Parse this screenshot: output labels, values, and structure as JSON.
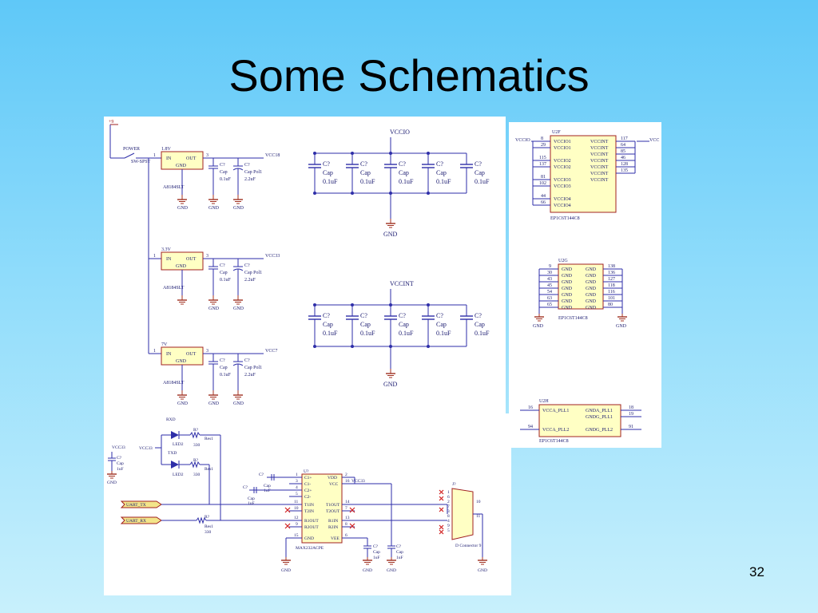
{
  "slide": {
    "title": "Some Schematics",
    "page_number": "32"
  },
  "colors": {
    "background_top": "#5fc8f8",
    "background_bottom": "#c8f0fc",
    "wire": "#2e2ea8",
    "component_body": "#ffffc4",
    "component_border": "#a02020",
    "ground": "#a03020",
    "label": "#1a1a70"
  },
  "power": {
    "input_label": "+9",
    "switch_label": "POWER",
    "switch_part": "SW-SPST",
    "regulators": [
      {
        "voltage": "1.8V",
        "in": "IN",
        "out": "OUT",
        "gnd": "GND",
        "part": "A8184SLT",
        "output_net": "VCC18",
        "cap1": "C?",
        "cap1_type": "Cap",
        "cap1_value": "0.1uF",
        "cap2": "C?",
        "cap2_type": "Cap Pol1",
        "cap2_value": "2.2uF",
        "pin_in": "1",
        "pin_out": "3"
      },
      {
        "voltage": "3.3V",
        "in": "IN",
        "out": "OUT",
        "gnd": "GND",
        "part": "A8184SLT",
        "output_net": "VCC33",
        "cap1": "C?",
        "cap1_type": "Cap",
        "cap1_value": "0.1uF",
        "cap2": "C?",
        "cap2_type": "Cap Pol1",
        "cap2_value": "2.2uF",
        "pin_in": "1",
        "pin_out": "3"
      },
      {
        "voltage": "7V",
        "in": "IN",
        "out": "OUT",
        "gnd": "GND",
        "part": "A8184SLT",
        "output_net": "VCC7",
        "cap1": "C?",
        "cap1_type": "Cap",
        "cap1_value": "0.1uF",
        "cap2": "C?",
        "cap2_type": "Cap Pol1",
        "cap2_value": "2.2uF",
        "pin_in": "1",
        "pin_out": "3"
      }
    ],
    "ground_label": "GND",
    "decoupling": [
      {
        "net": "VCCIO",
        "caps": [
          {
            "ref": "C?",
            "type": "Cap",
            "value": "0.1uF"
          },
          {
            "ref": "C?",
            "type": "Cap",
            "value": "0.1uF"
          },
          {
            "ref": "C?",
            "type": "Cap",
            "value": "0.1uF"
          },
          {
            "ref": "C?",
            "type": "Cap",
            "value": "0.1uF"
          },
          {
            "ref": "C?",
            "type": "Cap",
            "value": "0.1uF"
          }
        ],
        "gnd": "GND"
      },
      {
        "net": "VCCINT",
        "caps": [
          {
            "ref": "C?",
            "type": "Cap",
            "value": "0.1uF"
          },
          {
            "ref": "C?",
            "type": "Cap",
            "value": "0.1uF"
          },
          {
            "ref": "C?",
            "type": "Cap",
            "value": "0.1uF"
          },
          {
            "ref": "C?",
            "type": "Cap",
            "value": "0.1uF"
          },
          {
            "ref": "C?",
            "type": "Cap",
            "value": "0.1uF"
          }
        ],
        "gnd": "GND"
      }
    ]
  },
  "fpga": {
    "u2f": {
      "ref": "U2F",
      "part": "EP1C6T144C8",
      "left_net": "VCCIO",
      "right_net": "VCC",
      "left_pins": [
        "8",
        "29",
        "115",
        "137",
        "81",
        "102",
        "44",
        "66"
      ],
      "left_names": [
        "VCCIO1",
        "VCCIO1",
        "VCCIO2",
        "VCCIO2",
        "VCCIO3",
        "VCCIO3",
        "VCCIO4",
        "VCCIO4"
      ],
      "right_names": [
        "VCCINT",
        "VCCINT",
        "VCCINT",
        "VCCINT",
        "VCCINT",
        "VCCINT",
        "VCCINT"
      ],
      "right_pins": [
        "117",
        "64",
        "85",
        "46",
        "128",
        "135"
      ]
    },
    "u2g": {
      "ref": "U2G",
      "part": "EP1C6T144C8",
      "left_pins": [
        "9",
        "30",
        "43",
        "45",
        "54",
        "63",
        "65"
      ],
      "names": [
        "GND",
        "GND",
        "GND",
        "GND",
        "GND",
        "GND",
        "GND"
      ],
      "right_pins": [
        "138",
        "136",
        "127",
        "118",
        "116",
        "101",
        "80"
      ],
      "gnd": "GND"
    },
    "u2h": {
      "ref": "U2H",
      "part": "EP1C6T144C8",
      "left": [
        {
          "pin": "16",
          "name": "VCCA_PLL1"
        },
        {
          "pin": "94",
          "name": "VCCA_PLL2"
        }
      ],
      "right": [
        {
          "pin": "18",
          "name": "GNDA_PLL1"
        },
        {
          "pin": "19",
          "name": "GNDG_PLL1"
        },
        {
          "pin": "91",
          "name": "GNDG_PLL2"
        }
      ]
    }
  },
  "uart": {
    "leds": [
      {
        "label": "RXD",
        "ref": "LED2",
        "res_ref": "R?",
        "res_type": "Res1",
        "res_value": "330"
      },
      {
        "label": "TXD",
        "ref": "LED2",
        "res_ref": "R?",
        "res_type": "Res1",
        "res_value": "330"
      }
    ],
    "net_vcc33": "VCC33",
    "cap_left": {
      "ref": "C?",
      "type": "Cap",
      "value": "1uF",
      "gnd": "GND"
    },
    "port_tx": "UART_TX",
    "port_rx": "UART_RX",
    "rx_res": {
      "ref": "R?",
      "type": "Res1",
      "value": "330"
    },
    "ic": {
      "ref": "U?",
      "part": "MAX232ACPE",
      "left_pins": [
        "1",
        "3",
        "4",
        "5",
        "11",
        "10",
        "12",
        "9",
        "15"
      ],
      "left_names": [
        "C1+",
        "C1-",
        "C2+",
        "C2-",
        "T1IN",
        "T2IN",
        "R1OUT",
        "R2OUT",
        "GND"
      ],
      "right_pins": [
        "2",
        "16",
        "14",
        "7",
        "13",
        "8",
        "6"
      ],
      "right_names": [
        "VDD",
        "VCC",
        "T1OUT",
        "T2OUT",
        "R1IN",
        "R2IN",
        "VEE"
      ],
      "vcc_net": "VCC33"
    },
    "caps": [
      {
        "ref": "C?",
        "type": "Cap",
        "value": "1uF"
      },
      {
        "ref": "C?",
        "type": "Cap",
        "value": "1uF"
      },
      {
        "ref": "C?",
        "type": "Cap",
        "value": "1uF"
      },
      {
        "ref": "C?",
        "type": "Cap",
        "value": "1uF"
      }
    ],
    "connector": {
      "ref": "J?",
      "type": "D Connector 9",
      "pins_left": [
        "1",
        "6",
        "2",
        "7",
        "3",
        "8",
        "4",
        "9",
        "5"
      ],
      "pin_10": "10",
      "pin_11": "11"
    },
    "gnd": "GND"
  }
}
